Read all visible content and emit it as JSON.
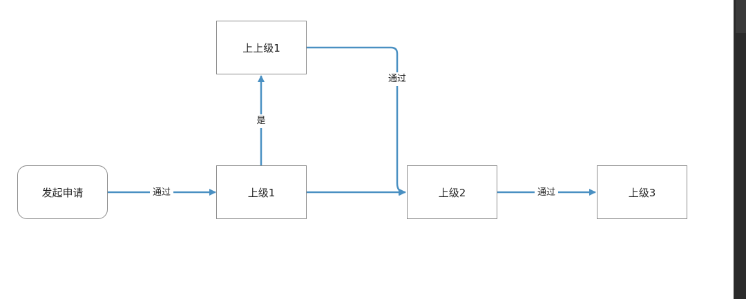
{
  "nodes": {
    "start": "发起申请",
    "level1": "上级1",
    "upper_level1": "上上级1",
    "level2": "上级2",
    "level3": "上级3"
  },
  "edge_labels": {
    "start_to_level1": "通过",
    "level1_to_upper": "是",
    "upper_to_level2": "通过",
    "level2_to_level3": "通过"
  },
  "colors": {
    "edge": "#4a90c2",
    "node_border": "#8a8a8a"
  }
}
